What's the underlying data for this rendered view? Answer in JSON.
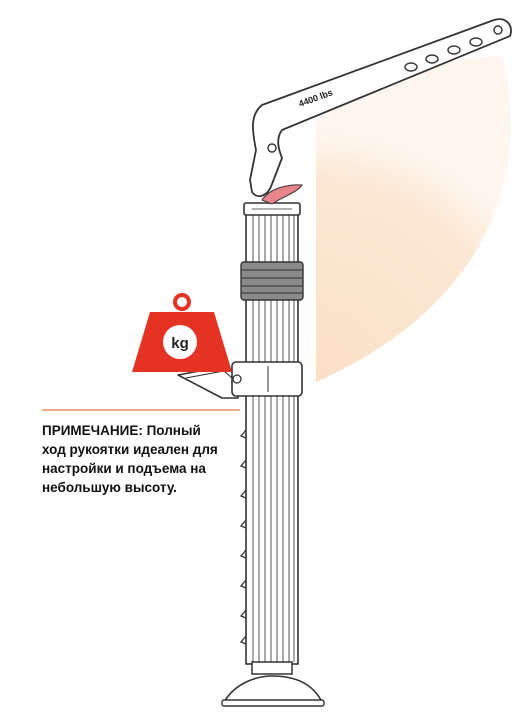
{
  "handle": {
    "capacity_label": "4400 lbs"
  },
  "weight": {
    "unit_label": "kg"
  },
  "note": {
    "lines": [
      "ПРИМЕЧАНИЕ: Полный",
      "ход рукоятки идеален для",
      "настройки и подъема на",
      "небольшую высоту."
    ]
  },
  "colors": {
    "weight_red": "#e53323",
    "motion_arc": "#fbe5cf",
    "divider": "#e0793c",
    "latch": "#e8858a",
    "outline": "#333333"
  }
}
